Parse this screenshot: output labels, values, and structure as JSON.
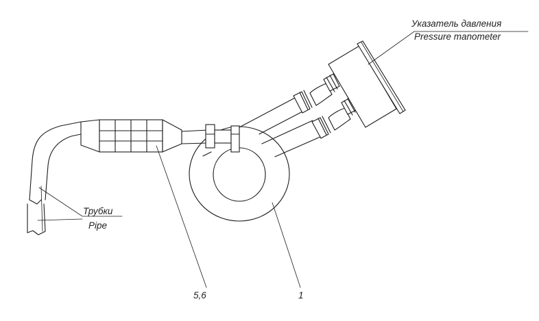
{
  "labels": {
    "pressure_ru": "Указатель давления",
    "pressure_en": "Pressure manometer",
    "pipe_ru": "Трубки",
    "pipe_en": "Pipe",
    "part_filter": "5,6",
    "part_ring": "1"
  },
  "colors": {
    "line": "#1a1a1a",
    "text": "#222222",
    "background": "#ffffff"
  }
}
